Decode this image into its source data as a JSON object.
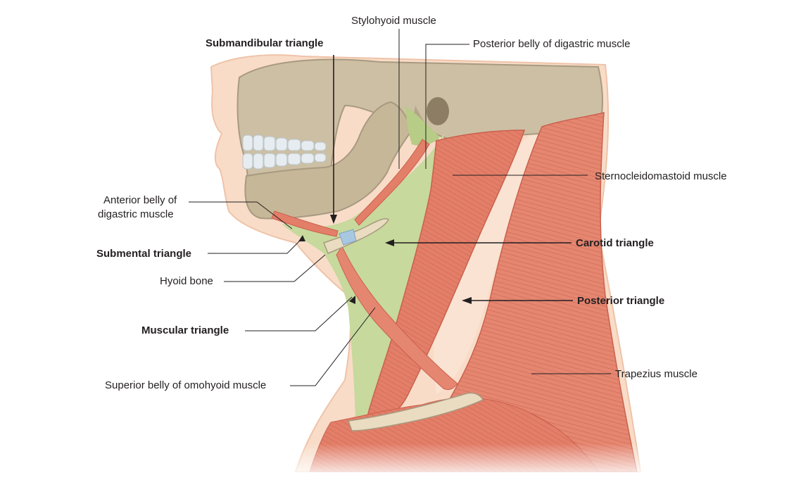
{
  "labels": {
    "stylohyoid": "Stylohyoid muscle",
    "submandibular": "Submandibular triangle",
    "posterior_belly": "Posterior belly of digastric muscle",
    "scm": "Sternocleidomastoid muscle",
    "anterior_belly_1": "Anterior belly of",
    "anterior_belly_2": "digastric muscle",
    "submental": "Submental triangle",
    "carotid": "Carotid triangle",
    "hyoid": "Hyoid bone",
    "posterior_triangle": "Posterior triangle",
    "muscular": "Muscular triangle",
    "trapezius": "Trapezius muscle",
    "omohyoid": "Superior belly of omohyoid muscle"
  },
  "colors": {
    "skin": "#f8dcc8",
    "skin_shadow": "#efc3a8",
    "skull": "#cdbfa4",
    "skull_shadow": "#a89a80",
    "teeth": "#e6ecef",
    "muscle": "#e37e68",
    "muscle_dark": "#c9614e",
    "triangle_fill": "#c7d99c",
    "cartilage": "#a8c8e2",
    "text": "#231f20"
  }
}
